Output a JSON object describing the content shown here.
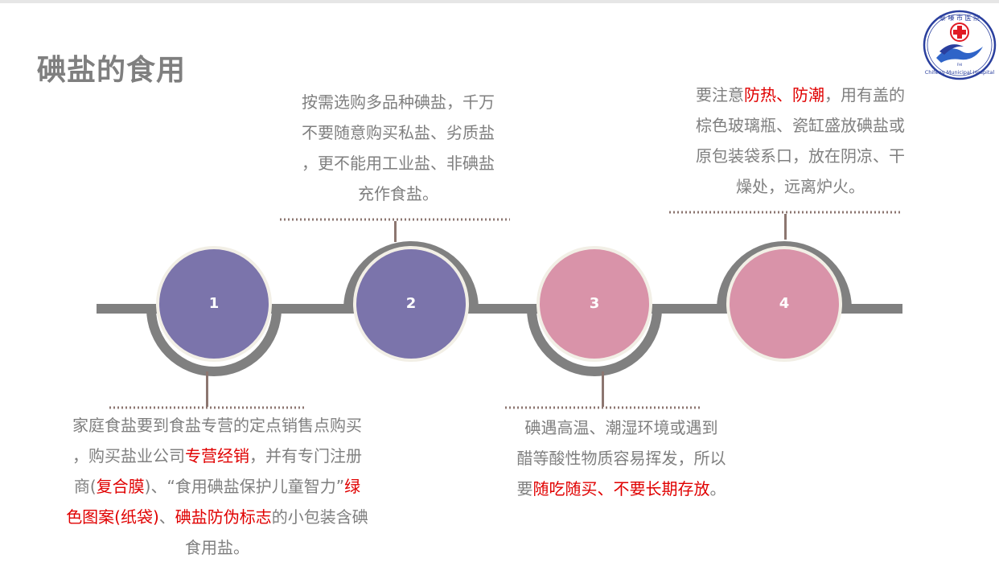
{
  "slide": {
    "title": "碘盐的食用"
  },
  "logo": {
    "top_text": "泰 嗪 市 医 院",
    "bottom_text": "Chifeng Municipal Hospital",
    "tiny_text": "FHI",
    "colors": {
      "ring": "#2a3f9e",
      "cross": "#e01b24",
      "accent": "#2f64c8"
    }
  },
  "colors": {
    "line": "#808080",
    "purple": "#7b74ab",
    "pink": "#d993a9",
    "highlight": "#e00000",
    "dotted": "#8c7670"
  },
  "steps": [
    {
      "number": "1",
      "color": "purple"
    },
    {
      "number": "2",
      "color": "purple"
    },
    {
      "number": "3",
      "color": "pink"
    },
    {
      "number": "4",
      "color": "pink"
    }
  ],
  "texts": {
    "t1": {
      "l1": "家庭食盐要到食盐专营的定点销售点购买",
      "l2a": "，购买盐业公司",
      "l2b": "专营经销",
      "l2c": "，并有专门注册",
      "l3a": "商(",
      "l3b": "复合膜",
      "l3c": ")、“食用碘盐保护儿童智力”",
      "l3d": "绿",
      "l4a": "色图案(纸袋)",
      "l4b": "、",
      "l4c": "碘盐防伪标志",
      "l4d": "的小包装含碘",
      "l5": "食用盐。"
    },
    "t2": {
      "l1": "按需选购多品种碘盐，千万",
      "l2": "不要随意购买私盐、劣质盐",
      "l3": "，更不能用工业盐、非碘盐",
      "l4": "充作食盐。"
    },
    "t3": {
      "l1": "碘遇高温、潮湿环境或遇到",
      "l2": "醋等酸性物质容易挥发，所以",
      "l3a": "要",
      "l3b": "随吃随买、不要长期存放",
      "l3c": "。"
    },
    "t4": {
      "l1a": "要注意",
      "l1b": "防热、防潮",
      "l1c": "，用有盖的",
      "l2": "棕色玻璃瓶、瓷缸盛放碘盐或",
      "l3": "原包装袋系口，放在阴凉、干",
      "l4": "燥处，远离炉火。"
    }
  }
}
